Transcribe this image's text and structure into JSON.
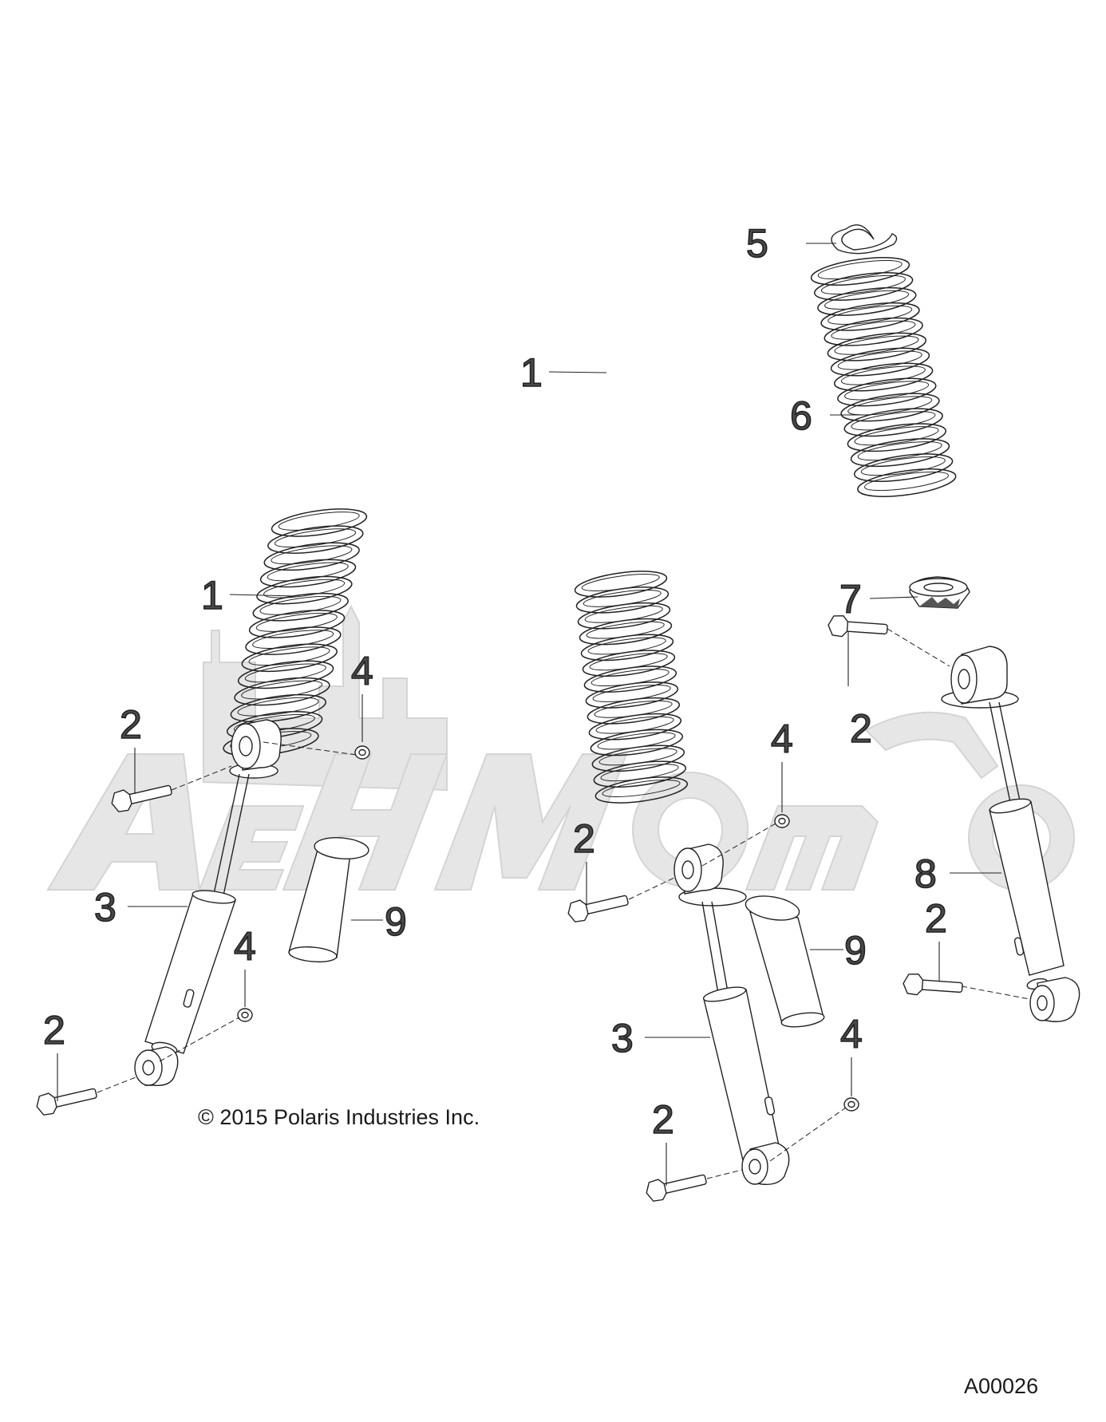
{
  "diagram": {
    "type": "exploded-parts-diagram",
    "copyright": "© 2015 Polaris Industries Inc.",
    "drawing_id": "A00026",
    "watermark": "",
    "callouts": [
      "1",
      "1",
      "2",
      "2",
      "2",
      "2",
      "2",
      "2",
      "3",
      "3",
      "4",
      "4",
      "4",
      "4",
      "5",
      "6",
      "7",
      "8",
      "9",
      "9"
    ],
    "colors": {
      "line": "#222222",
      "callout": "#4a4a4a",
      "watermark": "#e6e6e6"
    }
  }
}
